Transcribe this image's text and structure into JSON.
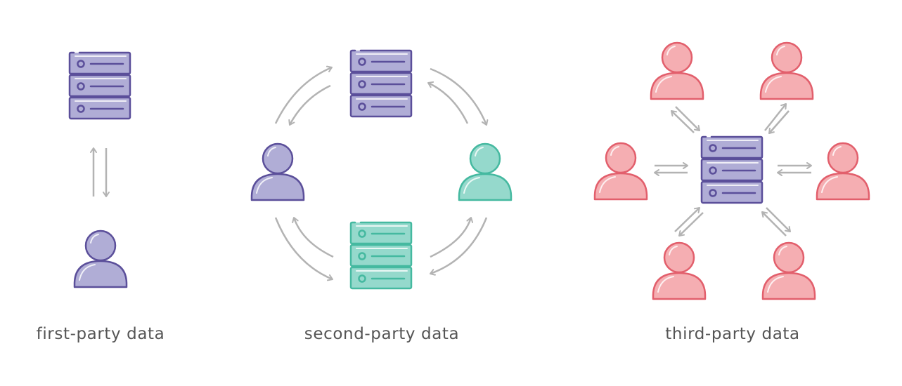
{
  "captions": {
    "first": "first-party data",
    "second": "second-party data",
    "third": "third-party data"
  },
  "colors": {
    "purple_fill": "#b0add6",
    "purple_stroke": "#5b4f9a",
    "teal_fill": "#95d9cc",
    "teal_stroke": "#45b9a0",
    "pink_fill": "#f5aeb2",
    "pink_stroke": "#e25f6c",
    "arrow": "#b3b3b3",
    "text": "#555555"
  }
}
